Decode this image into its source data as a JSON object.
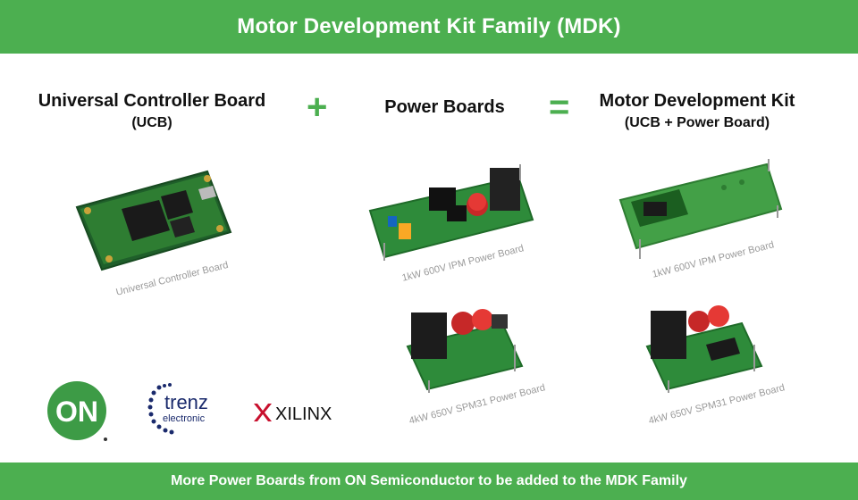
{
  "header": {
    "title": "Motor Development Kit Family (MDK)"
  },
  "columns": {
    "ucb": {
      "title": "Universal Controller Board",
      "subtitle": "(UCB)"
    },
    "power": {
      "title": "Power Boards"
    },
    "mdk": {
      "title": "Motor Development Kit",
      "subtitle": "(UCB + Power Board)"
    }
  },
  "operators": {
    "plus": "+",
    "equals": "="
  },
  "captions": {
    "ucb_board": "Universal Controller Board",
    "ipm_board": "1kW 600V IPM Power Board",
    "spm_board": "4kW 650V SPM31 Power Board",
    "mdk_ipm_board": "1kW 600V IPM Power Board",
    "mdk_spm_board": "4kW 650V SPM31 Power Board"
  },
  "logos": {
    "on": "ON",
    "trenz_line1": "trenz",
    "trenz_line2": "electronic",
    "xilinx": "XILINX"
  },
  "footer": {
    "text": "More Power Boards from ON Semiconductor to be added to the MDK Family"
  },
  "colors": {
    "accent": "#4caf50",
    "pcb": "#2e8b3a",
    "on_logo": "#3d9b46",
    "xilinx": "#c8102e"
  }
}
